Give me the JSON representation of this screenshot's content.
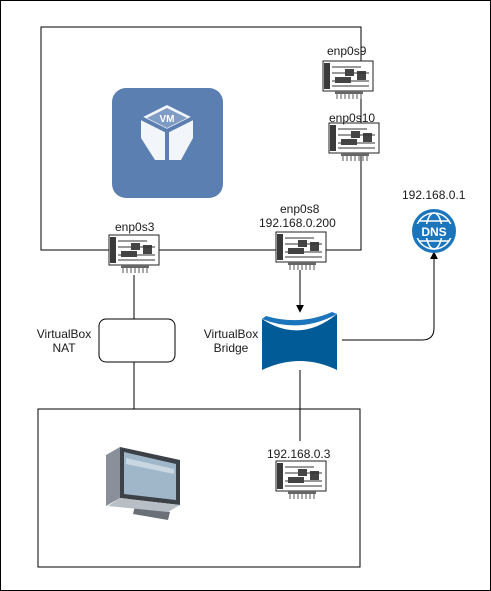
{
  "host": {
    "interfaces": {
      "enp0s9": "enp0s9",
      "enp0s10": "enp0s10",
      "enp0s3": "enp0s3",
      "enp0s8": "enp0s8",
      "enp0s8_ip": "192.168.0.200"
    },
    "logo_text": "VM",
    "logo_color": "#5b7fb0"
  },
  "nat": {
    "line1": "VirtualBox",
    "line2": "NAT"
  },
  "bridge": {
    "line1": "VirtualBox",
    "line2": "Bridge",
    "color": "#005b97"
  },
  "dns": {
    "ip": "192.168.0.1",
    "label": "DNS",
    "color": "#1b75bc"
  },
  "guest": {
    "nic_ip": "192.168.0.3"
  }
}
